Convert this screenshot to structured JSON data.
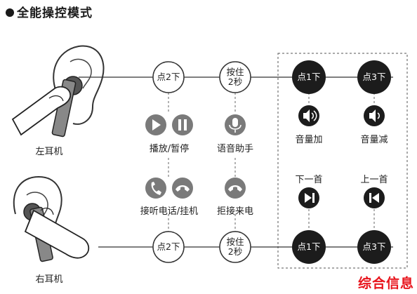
{
  "title": "全能操控模式",
  "left_ear_label": "左耳机",
  "right_ear_label": "右耳机",
  "nodes": {
    "press2_top": "点2下",
    "hold_top_l1": "按住",
    "hold_top_l2": "2秒",
    "press1_top": "点1下",
    "press3_top": "点3下",
    "press2_bottom": "点2下",
    "hold_bottom_l1": "按住",
    "hold_bottom_l2": "2秒",
    "press1_bottom": "点1下",
    "press3_bottom": "点3下"
  },
  "actions": {
    "play_pause": "播放/暂停",
    "voice_assistant": "语音助手",
    "answer_hangup": "接听电话/挂机",
    "reject_call": "拒接来电",
    "volume_up": "音量加",
    "volume_down": "音量减",
    "next_track": "下一首",
    "prev_track": "上一首"
  },
  "icons": [
    "play-icon",
    "pause-icon",
    "microphone-icon",
    "phone-answer-icon",
    "phone-hangup-icon",
    "phone-reject-icon",
    "volume-up-icon",
    "volume-down-icon",
    "next-track-icon",
    "previous-track-icon"
  ],
  "watermark": "综合信息",
  "colors": {
    "dark_node": "#1c1c1c",
    "icon_gray": "#7a7a7a",
    "line": "#333333",
    "watermark": "#e8141c"
  }
}
